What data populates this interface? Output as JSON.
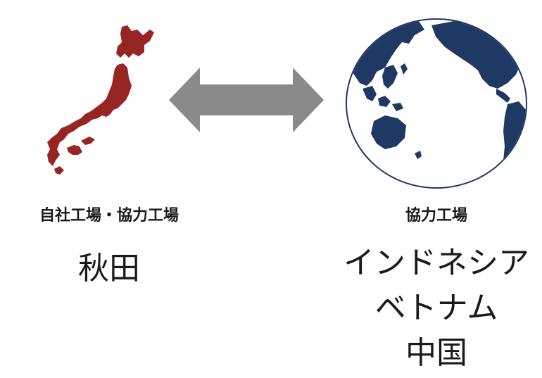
{
  "left": {
    "heading": "自社工場・協力工場",
    "location": "秋田"
  },
  "right": {
    "heading": "協力工場",
    "locations": [
      "インドネシア",
      "ベトナム",
      "中国"
    ]
  },
  "icons": {
    "japan": "japan-map-icon",
    "arrow": "double-arrow-icon",
    "globe": "globe-icon"
  },
  "colors": {
    "japan_fill": "#962524",
    "arrow_fill": "#8a8a8a",
    "globe_land": "#1f3864",
    "globe_outline": "#1f3864"
  }
}
